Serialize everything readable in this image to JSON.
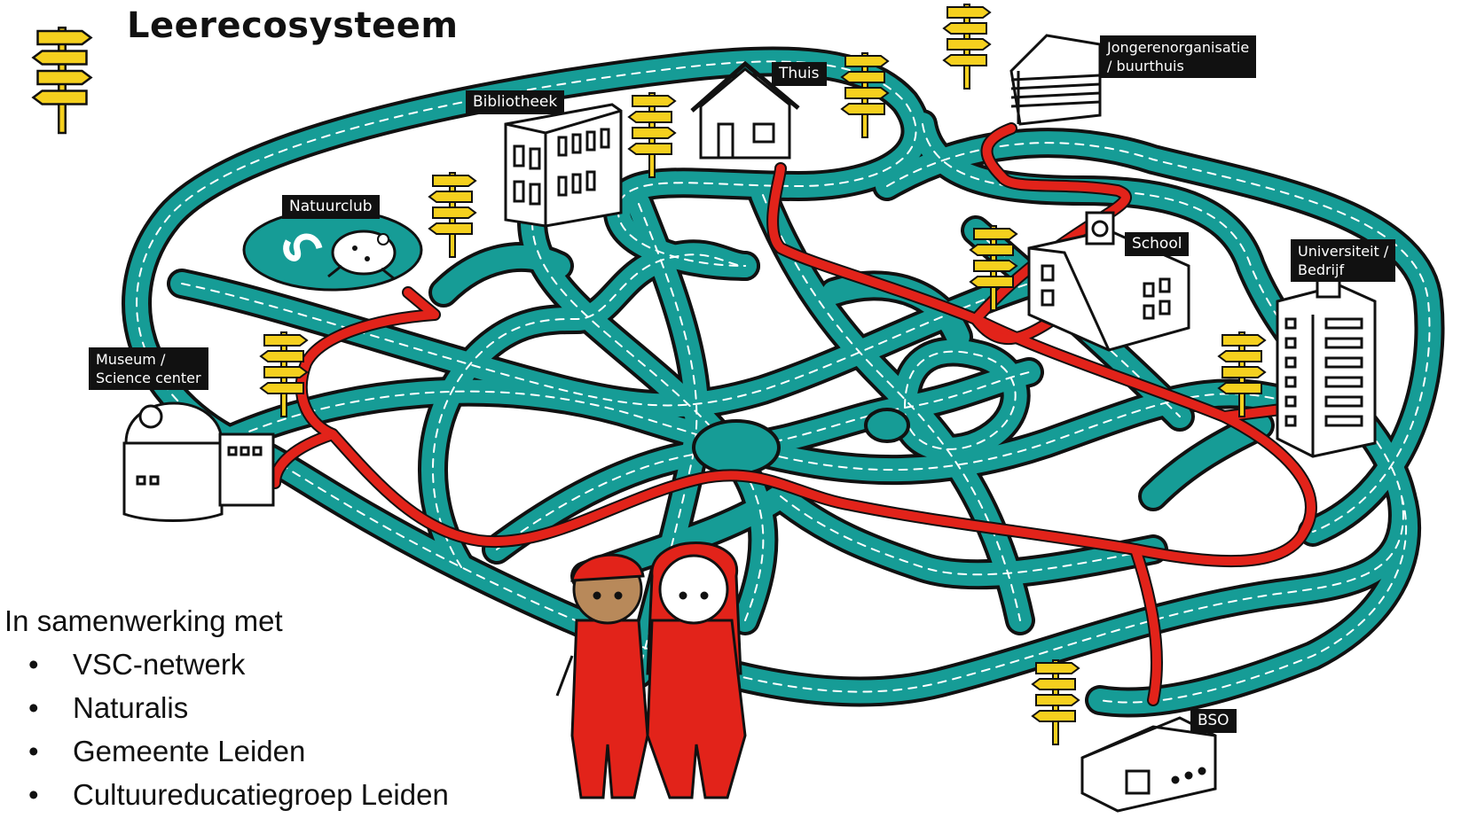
{
  "title": "Leerecosysteem",
  "colors": {
    "road": "#169c96",
    "road_edge": "#111111",
    "route": "#e2231a",
    "sign": "#f5d01e",
    "figure": "#e2231a",
    "skin": "#b8895a"
  },
  "locations": {
    "thuis": "Thuis",
    "bibliotheek": "Bibliotheek",
    "natuurclub": "Natuurclub",
    "museum": "Museum /\nScience center",
    "jongeren": "Jongerenorganisatie\n/ buurthuis",
    "school": "School",
    "universiteit": "Universiteit /\nBedrijf",
    "bso": "BSO"
  },
  "partners": {
    "heading": "In samenwerking met",
    "items": [
      "VSC-netwerk",
      "Naturalis",
      "Gemeente Leiden",
      "Cultuureducatiegroep Leiden"
    ]
  },
  "icons": [
    "signpost-icon",
    "house-icon",
    "library-icon",
    "frog-icon",
    "worm-icon",
    "observatory-icon",
    "log-cabin-icon",
    "school-icon",
    "office-building-icon",
    "warehouse-icon",
    "boy-figure-icon",
    "girl-figure-icon"
  ]
}
